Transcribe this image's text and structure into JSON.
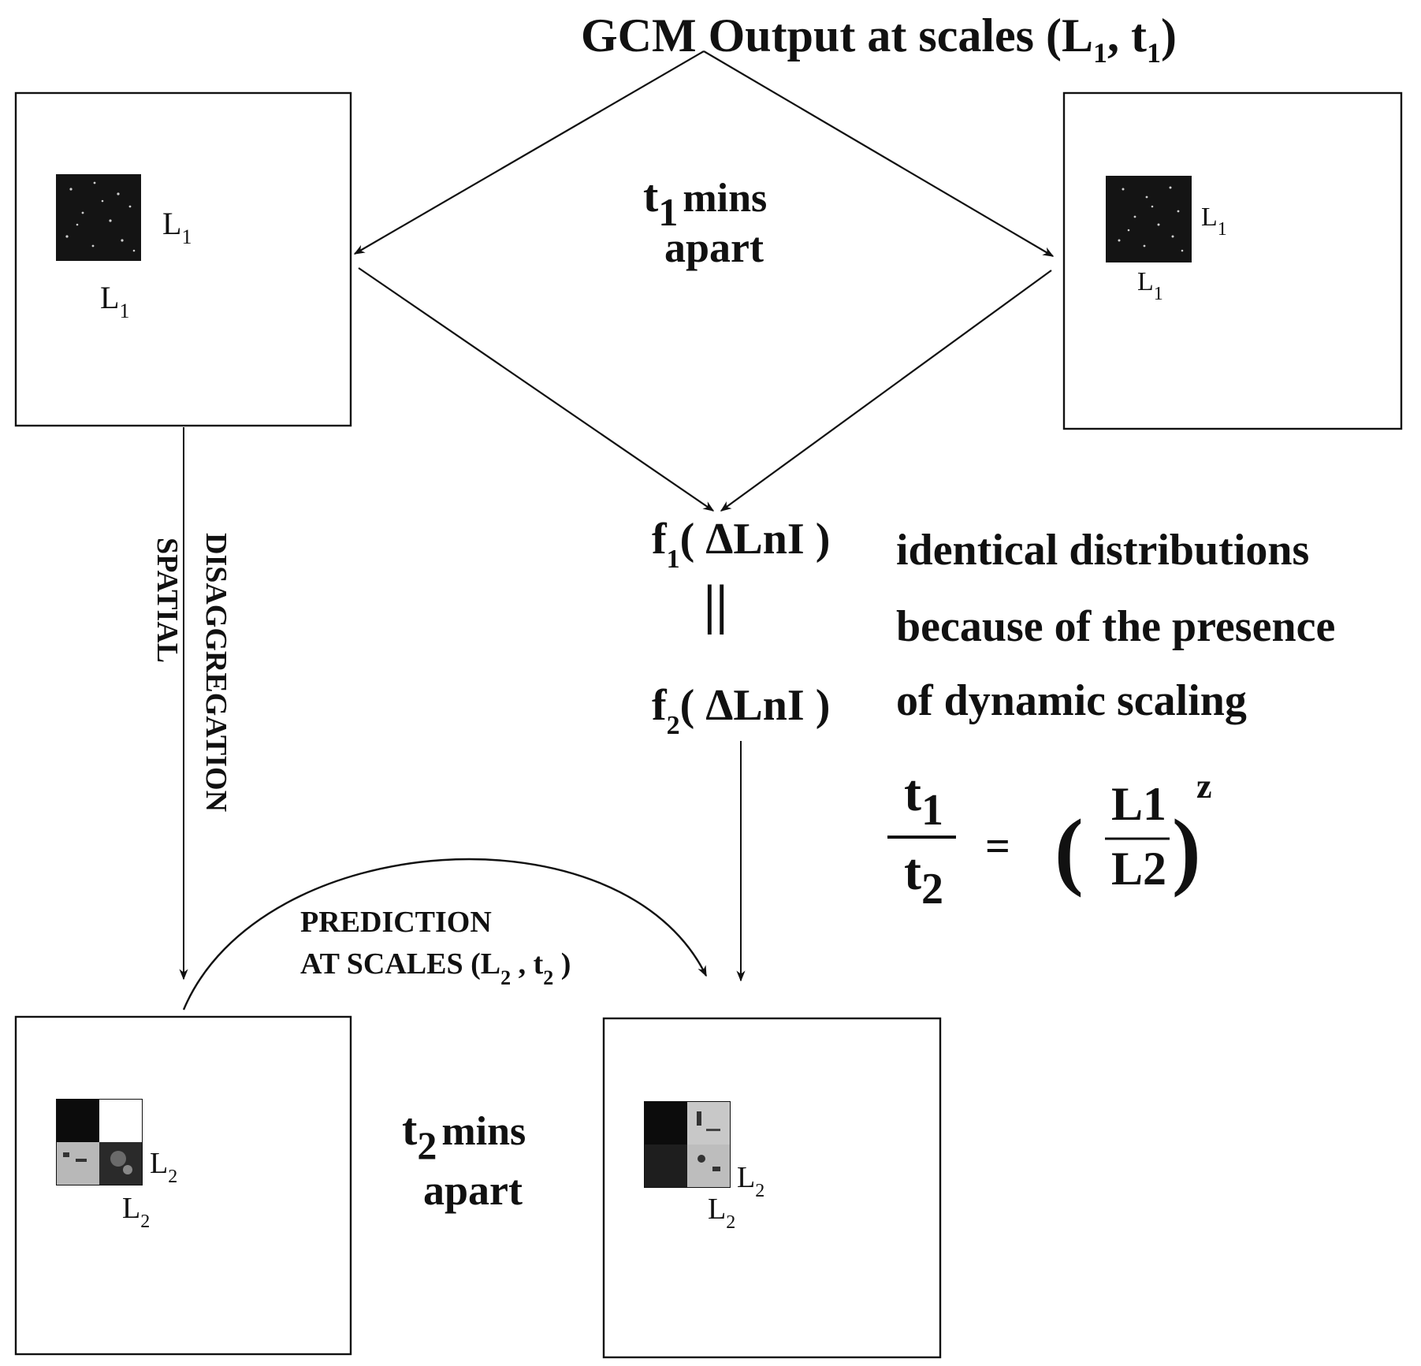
{
  "title": {
    "main": "GCM Output at scales (L",
    "sub1": "1",
    "comma": ",  t",
    "sub2": "1",
    "close": ")"
  },
  "top_left_panel": {
    "label_side": "L",
    "label_side_sub": "1",
    "label_bottom": "L",
    "label_bottom_sub": "1"
  },
  "top_right_panel": {
    "label_side": "L",
    "label_side_sub": "1",
    "label_bottom": "L",
    "label_bottom_sub": "1"
  },
  "bottom_left_panel": {
    "label_side": "L",
    "label_side_sub": "2",
    "label_bottom": "L",
    "label_bottom_sub": "2"
  },
  "bottom_right_panel": {
    "label_side": "L",
    "label_side_sub": "2",
    "label_bottom": "L",
    "label_bottom_sub": "2"
  },
  "t1_apart": {
    "t": "t",
    "sub": "1",
    "mins": "mins",
    "apart": "apart"
  },
  "t2_apart": {
    "t": "t",
    "sub": "2",
    "mins": "mins",
    "apart": "apart"
  },
  "spatial": {
    "line1": "SPATIAL",
    "line2": "DISAGGREGATION"
  },
  "prediction": {
    "line1": "PREDICTION",
    "line2": "AT SCALES  (L",
    "sub1": "2",
    "mid": " ,  t",
    "sub2": "2",
    "close": " )"
  },
  "f1": {
    "f": "f",
    "sub": "1",
    "arg": "( ΔLnI )"
  },
  "equals_sign": "||",
  "f2": {
    "f": "f",
    "sub": "2",
    "arg": "( ΔLnI )"
  },
  "explanation": {
    "line1": "identical distributions",
    "line2": "because of the presence",
    "line3": "of dynamic scaling"
  },
  "formula": {
    "num_t": "t",
    "num_sub": "1",
    "den_t": "t",
    "den_sub": "2",
    "eq": "=",
    "inner_num": "L1",
    "inner_den": "L2",
    "exponent": "z",
    "lparen": "(",
    "rparen": ")"
  }
}
